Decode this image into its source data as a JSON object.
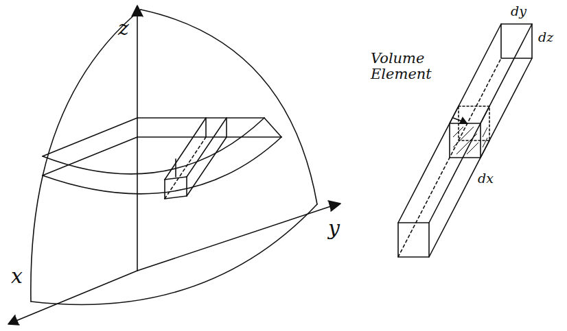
{
  "diagram": {
    "labels": [
      "z",
      "y",
      "x",
      "Volume Element",
      "dy",
      "dz",
      "dx"
    ]
  }
}
